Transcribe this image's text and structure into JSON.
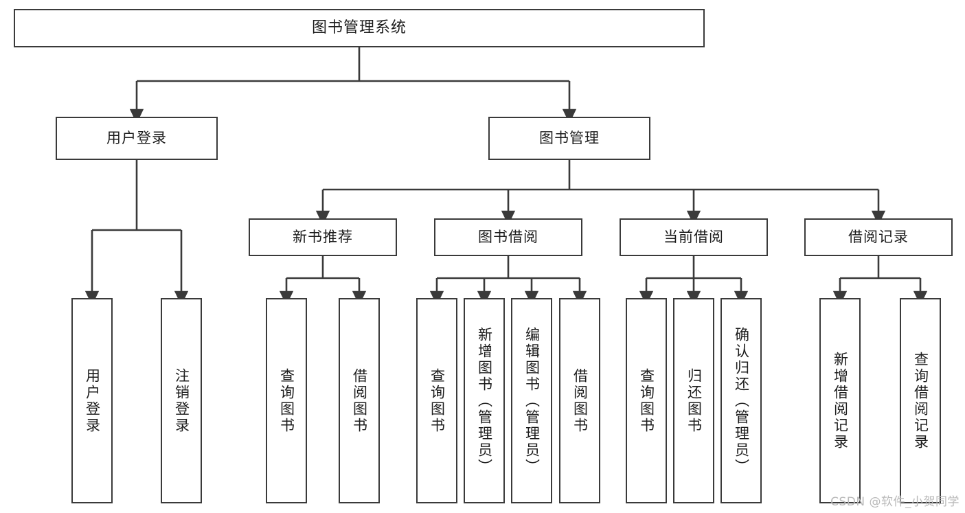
{
  "diagram": {
    "title": "图书管理系统",
    "watermark": "CSDN @软件_小贺同学",
    "style": {
      "border_color": "#3a3a3a",
      "fill_color": "#ffffff",
      "text_color": "#1c1c1c",
      "watermark_color": "#b9b9b9"
    },
    "nodes": {
      "root": {
        "label": "图书管理系统"
      },
      "level2": [
        {
          "id": "user-login",
          "label": "用户登录"
        },
        {
          "id": "book-manage",
          "label": "图书管理"
        }
      ],
      "level3": [
        {
          "id": "new-book-recommend",
          "label": "新书推荐"
        },
        {
          "id": "book-borrow",
          "label": "图书借阅"
        },
        {
          "id": "current-borrow",
          "label": "当前借阅"
        },
        {
          "id": "borrow-record",
          "label": "借阅记录"
        }
      ],
      "leaves": {
        "user-login": [
          {
            "id": "leaf-user-login",
            "label": "用户登录"
          },
          {
            "id": "leaf-logout-login",
            "label": "注销登录"
          }
        ],
        "new-book-recommend": [
          {
            "id": "leaf-query-book-1",
            "label": "查询图书"
          },
          {
            "id": "leaf-borrow-book-1",
            "label": "借阅图书"
          }
        ],
        "book-borrow": [
          {
            "id": "leaf-query-book-2",
            "label": "查询图书"
          },
          {
            "id": "leaf-add-book",
            "label": "新增图书（管理员）"
          },
          {
            "id": "leaf-edit-book",
            "label": "编辑图书（管理员）"
          },
          {
            "id": "leaf-borrow-book-2",
            "label": "借阅图书"
          }
        ],
        "current-borrow": [
          {
            "id": "leaf-query-book-3",
            "label": "查询图书"
          },
          {
            "id": "leaf-return-book",
            "label": "归还图书"
          },
          {
            "id": "leaf-confirm-return",
            "label": "确认归还（管理员）"
          }
        ],
        "borrow-record": [
          {
            "id": "leaf-add-record",
            "label": "新增借阅记录"
          },
          {
            "id": "leaf-query-record",
            "label": "查询借阅记录"
          }
        ]
      }
    }
  }
}
